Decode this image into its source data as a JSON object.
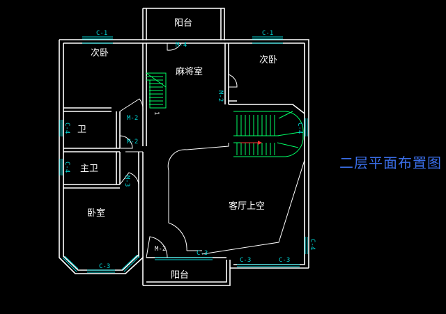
{
  "title": "二层平面布置图",
  "rooms": {
    "balcony_top": "阳台",
    "mahjong_room": "麻将室",
    "bedroom_left": "次卧",
    "bedroom_right": "次卧",
    "bath": "卫",
    "master_bath": "主卫",
    "bedroom": "卧室",
    "living_void": "客厅上空",
    "balcony_bottom": "阳台"
  },
  "tags": {
    "c1_left": "C-1",
    "c1_right": "C-1",
    "m4": "M-4",
    "m2_top": "M-2",
    "m2_bath": "M-2",
    "m2_mid": "M-2",
    "m3": "M-3",
    "c4_bath": "C-4",
    "c4_mbath": "C-4",
    "c4_stair": "C-4",
    "c4_right": "C-4",
    "c3_bedroom": "C-3",
    "c3_balcony": "C-3",
    "c3_right1": "C-3",
    "c3_right2": "C-3",
    "m2_bottom": "M-2",
    "stair_mark": "1"
  },
  "colors": {
    "wall": "#ffffff",
    "window": "#00d4d4",
    "stair": "#00ff66",
    "title": "#3a6ee8",
    "background": "#000000"
  }
}
